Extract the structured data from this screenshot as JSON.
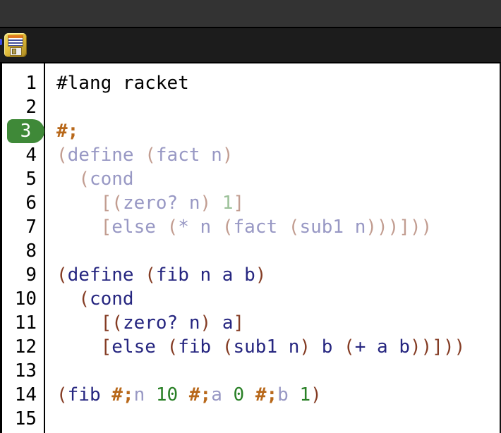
{
  "window": {
    "app": "DrRacket definitions window"
  },
  "toolbar": {
    "save_label": "Save"
  },
  "palette": {
    "titlebar_bg": "#333333",
    "toolbar_bg": "#1c1c1c",
    "editor_bg": "#ffffff",
    "text_default": "#000000",
    "paren": "#843c24",
    "symbol": "#262680",
    "constant": "#298026",
    "reader_comment": "#b8681a",
    "faded_paren": "#c29d91",
    "faded_symbol": "#9898c4",
    "faded_constant": "#9cc199",
    "active_line_badge": "#3f8938",
    "active_line_number_color": "#ffffff"
  },
  "editor": {
    "active_line": 3,
    "language_line": "#lang racket",
    "lines": [
      {
        "num": 1,
        "tokens": [
          [
            "plain",
            "#lang racket"
          ]
        ]
      },
      {
        "num": 2,
        "tokens": []
      },
      {
        "num": 3,
        "tokens": [
          [
            "reader",
            "#;"
          ]
        ]
      },
      {
        "num": 4,
        "tokens": [
          [
            "fparen",
            "("
          ],
          [
            "fsymbol",
            "define "
          ],
          [
            "fparen",
            "("
          ],
          [
            "fsymbol",
            "fact n"
          ],
          [
            "fparen",
            ")"
          ]
        ]
      },
      {
        "num": 5,
        "tokens": [
          [
            "plain",
            "  "
          ],
          [
            "fparen",
            "("
          ],
          [
            "fsymbol",
            "cond"
          ]
        ]
      },
      {
        "num": 6,
        "tokens": [
          [
            "plain",
            "    "
          ],
          [
            "fparen",
            "[("
          ],
          [
            "fsymbol",
            "zero? n"
          ],
          [
            "fparen",
            ") "
          ],
          [
            "fconst",
            "1"
          ],
          [
            "fparen",
            "]"
          ]
        ]
      },
      {
        "num": 7,
        "tokens": [
          [
            "plain",
            "    "
          ],
          [
            "fparen",
            "["
          ],
          [
            "fsymbol",
            "else "
          ],
          [
            "fparen",
            "("
          ],
          [
            "fsymbol",
            "* n "
          ],
          [
            "fparen",
            "("
          ],
          [
            "fsymbol",
            "fact "
          ],
          [
            "fparen",
            "("
          ],
          [
            "fsymbol",
            "sub1 n"
          ],
          [
            "fparen",
            ")))]))"
          ]
        ]
      },
      {
        "num": 8,
        "tokens": []
      },
      {
        "num": 9,
        "tokens": [
          [
            "paren",
            "("
          ],
          [
            "symbol",
            "define "
          ],
          [
            "paren",
            "("
          ],
          [
            "symbol",
            "fib n a b"
          ],
          [
            "paren",
            ")"
          ]
        ]
      },
      {
        "num": 10,
        "tokens": [
          [
            "plain",
            "  "
          ],
          [
            "paren",
            "("
          ],
          [
            "symbol",
            "cond"
          ]
        ]
      },
      {
        "num": 11,
        "tokens": [
          [
            "plain",
            "    "
          ],
          [
            "paren",
            "[("
          ],
          [
            "symbol",
            "zero? n"
          ],
          [
            "paren",
            ") "
          ],
          [
            "symbol",
            "a"
          ],
          [
            "paren",
            "]"
          ]
        ]
      },
      {
        "num": 12,
        "tokens": [
          [
            "plain",
            "    "
          ],
          [
            "paren",
            "["
          ],
          [
            "symbol",
            "else "
          ],
          [
            "paren",
            "("
          ],
          [
            "symbol",
            "fib "
          ],
          [
            "paren",
            "("
          ],
          [
            "symbol",
            "sub1 n"
          ],
          [
            "paren",
            ") "
          ],
          [
            "symbol",
            "b "
          ],
          [
            "paren",
            "("
          ],
          [
            "symbol",
            "+ a b"
          ],
          [
            "paren",
            "))]))"
          ]
        ]
      },
      {
        "num": 13,
        "tokens": []
      },
      {
        "num": 14,
        "tokens": [
          [
            "paren",
            "("
          ],
          [
            "symbol",
            "fib "
          ],
          [
            "reader",
            "#;"
          ],
          [
            "fsymbol",
            "n"
          ],
          [
            "plain",
            " "
          ],
          [
            "const",
            "10"
          ],
          [
            "plain",
            " "
          ],
          [
            "reader",
            "#;"
          ],
          [
            "fsymbol",
            "a"
          ],
          [
            "plain",
            " "
          ],
          [
            "const",
            "0"
          ],
          [
            "plain",
            " "
          ],
          [
            "reader",
            "#;"
          ],
          [
            "fsymbol",
            "b"
          ],
          [
            "plain",
            " "
          ],
          [
            "const",
            "1"
          ],
          [
            "paren",
            ")"
          ]
        ]
      },
      {
        "num": 15,
        "tokens": []
      }
    ]
  }
}
